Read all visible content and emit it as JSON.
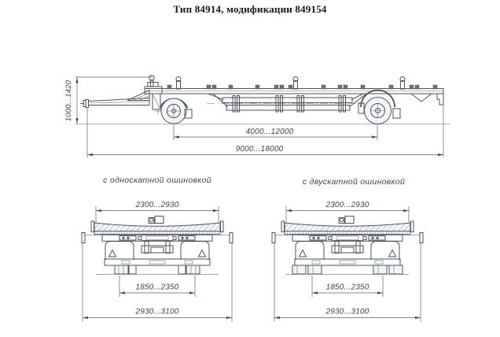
{
  "title": "Тип 84914, модификации 849154",
  "side_view": {
    "dim_frame_height": "1000...1420",
    "dim_wheelbase": "4000...12000",
    "dim_overall_length": "9000...18000"
  },
  "rear_views": {
    "single": {
      "label": "с односкатной ошиновкой",
      "dims": {
        "platform_width": "2300...2930",
        "track": "1850...2350",
        "overall_width": "2930...3100"
      }
    },
    "dual": {
      "label": "с двускатной ошиновкой",
      "dims": {
        "platform_width": "2300...2930",
        "track": "1850...2350",
        "overall_width": "2930...3100"
      }
    }
  },
  "colors": {
    "background": "#ffffff",
    "line": "#4e535a",
    "dim_text": "#3e434c",
    "title_text": "#16181c"
  }
}
